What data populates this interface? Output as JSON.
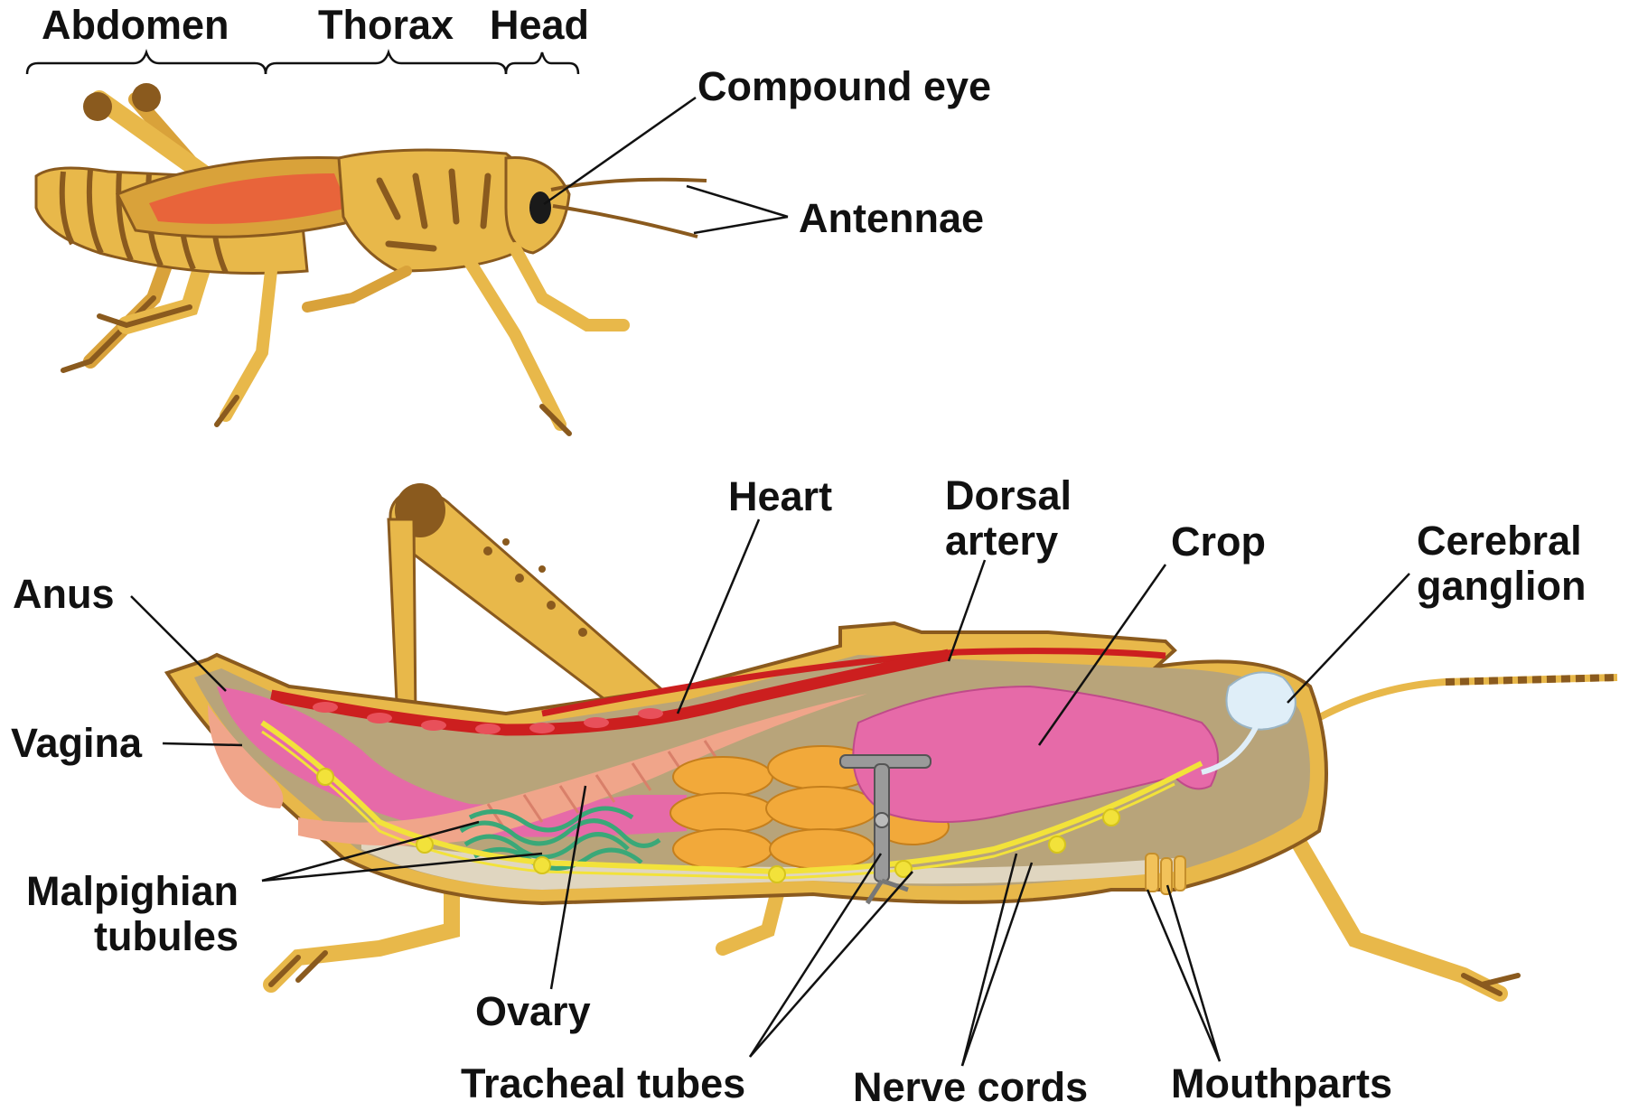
{
  "top_view": {
    "regions": [
      "Abdomen",
      "Thorax",
      "Head"
    ],
    "labels": [
      "Compound eye",
      "Antennae"
    ]
  },
  "cutaway": {
    "labels": {
      "heart": "Heart",
      "dorsal_artery": [
        "Dorsal",
        "artery"
      ],
      "crop": "Crop",
      "cerebral_ganglion": [
        "Cerebral",
        "ganglion"
      ],
      "anus": "Anus",
      "vagina": "Vagina",
      "malpighian_tubules": [
        "Malpighian",
        "tubules"
      ],
      "ovary": "Ovary",
      "tracheal_tubes": "Tracheal tubes",
      "nerve_cords": "Nerve cords",
      "mouthparts": "Mouthparts"
    }
  },
  "colors": {
    "body": "#e8b84a",
    "body_dark": "#8a5a1e",
    "wing": "#e8643a",
    "cavity": "#b8a47a",
    "gut": "#e66aa8",
    "heart": "#cc1f1f",
    "ovary": "#f0a58a",
    "nerve": "#f2e23a",
    "malpighian": "#3aa878",
    "trachea": "#9a9a9a",
    "ganglion": "#dfeef8"
  }
}
